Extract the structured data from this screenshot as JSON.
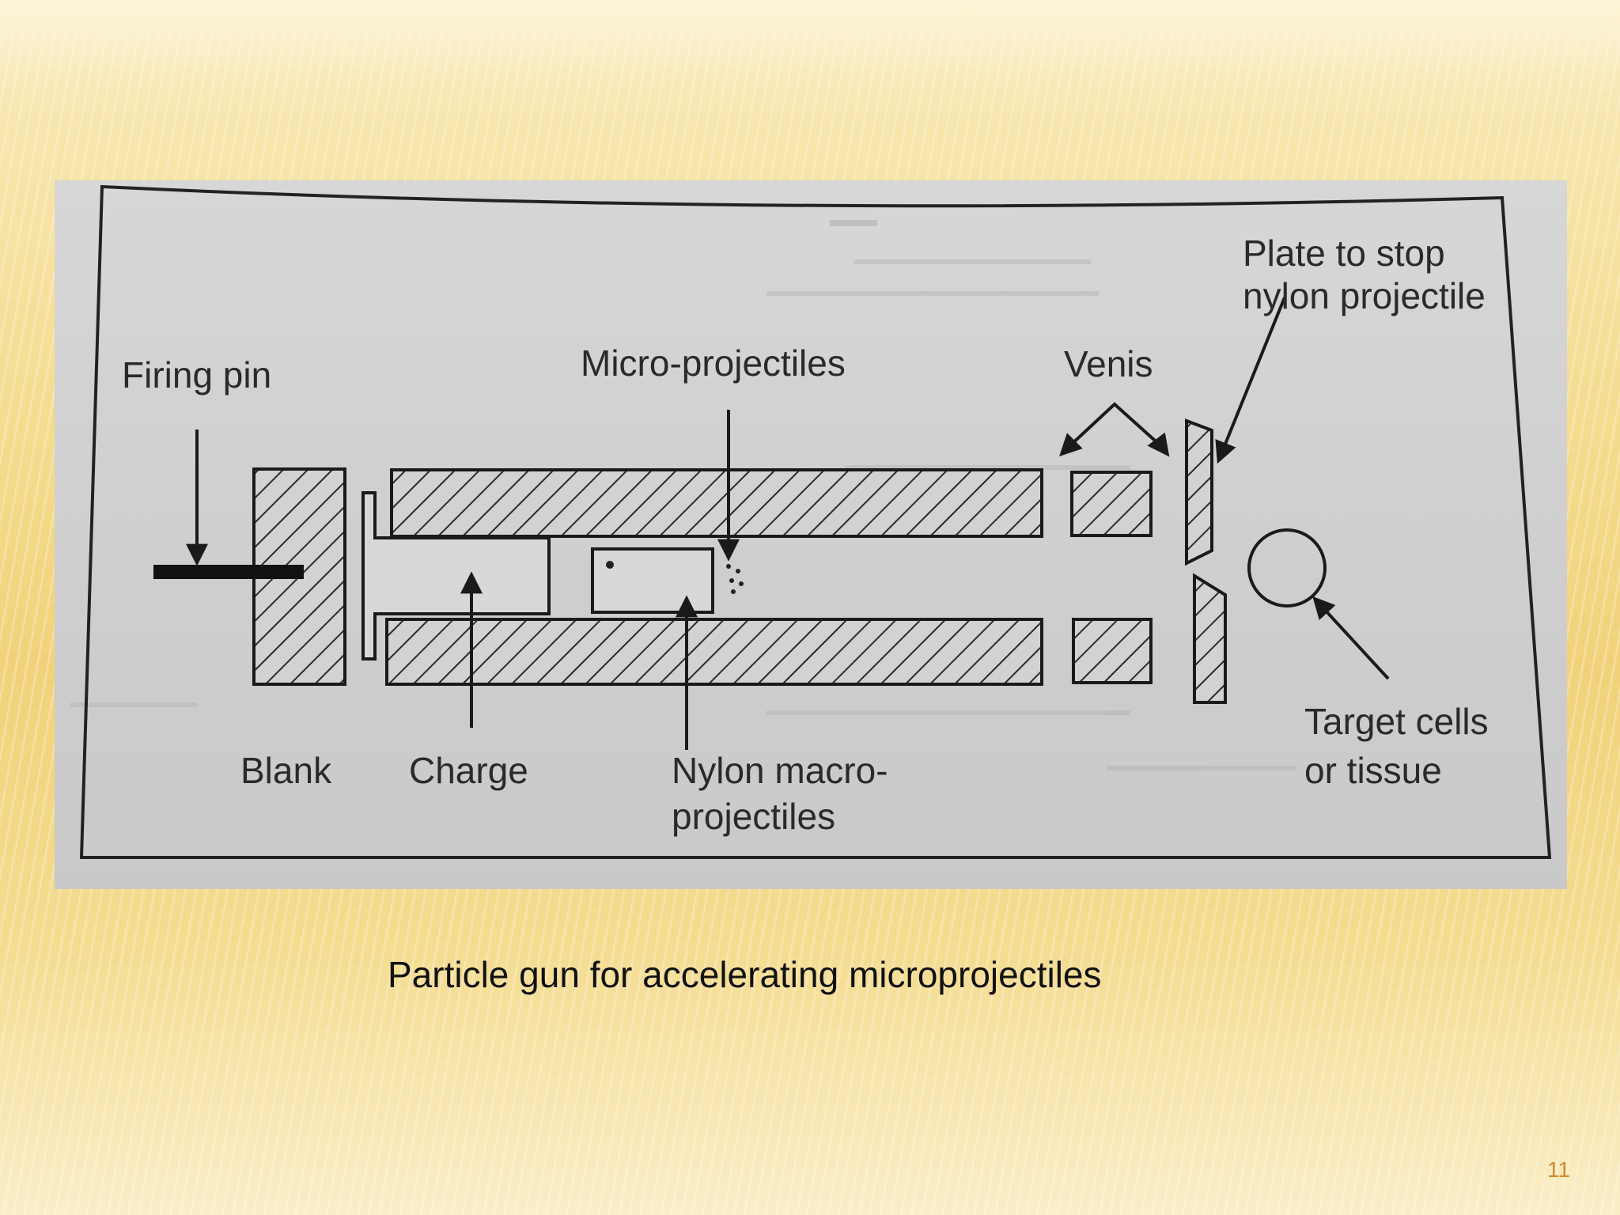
{
  "diagram": {
    "labels": {
      "firing_pin": "Firing pin",
      "micro_projectiles": "Micro-projectiles",
      "venis": "Venis",
      "plate_line1": "Plate to stop",
      "plate_line2": "nylon projectile",
      "blank": "Blank",
      "charge": "Charge",
      "nylon_line1": "Nylon macro-",
      "nylon_line2": "projectiles",
      "target_line1": "Target cells",
      "target_line2": "or tissue"
    }
  },
  "caption": "Particle gun for accelerating microprojectiles",
  "page_number": "11"
}
